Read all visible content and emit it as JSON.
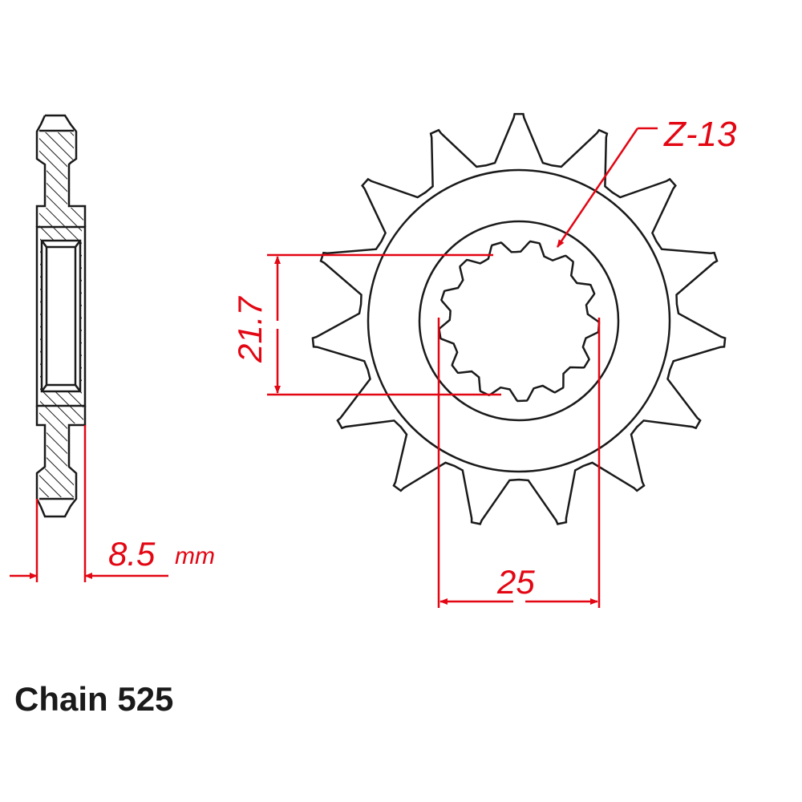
{
  "drawing": {
    "title": "Chain 525",
    "teeth_label": "Z-13",
    "thickness": {
      "value": "8.5",
      "unit": "mm"
    },
    "spline_inner_dimension": "21.7",
    "spline_outer_dimension": "25",
    "sprocket_teeth_count": 15,
    "spline_teeth_count": 13,
    "colors": {
      "outline": "#1a1a1a",
      "dimension": "#e30613",
      "background": "#ffffff"
    }
  }
}
